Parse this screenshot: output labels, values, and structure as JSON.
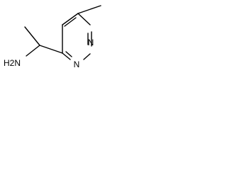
{
  "molecule": {
    "atoms": {
      "n_ring_1": "N",
      "n_ring_2": "N",
      "amine": "H2N"
    }
  }
}
